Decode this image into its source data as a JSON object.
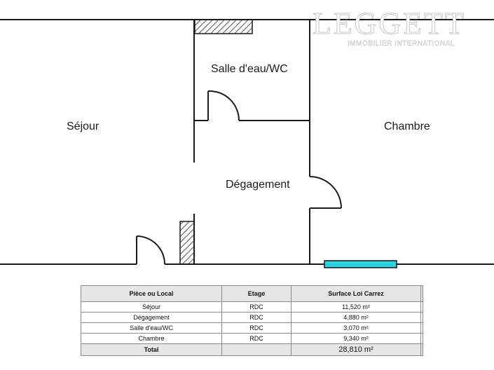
{
  "rooms": {
    "sejour": "Séjour",
    "salle_eau": "Salle d'eau/WC",
    "degagement": "Dégagement",
    "chambre": "Chambre"
  },
  "logo": {
    "brand": "LEGGETT",
    "tagline": "IMMOBILIER INTERNATIONAL"
  },
  "table": {
    "headers": {
      "room": "Pièce ou Local",
      "level": "Etage",
      "surface": "Surface Loi Carrez"
    },
    "rows": [
      {
        "room": "Séjour",
        "level": "RDC",
        "surface": "11,520 m²"
      },
      {
        "room": "Dégagement",
        "level": "RDC",
        "surface": "4,880 m²"
      },
      {
        "room": "Salle d'eau/WC",
        "level": "RDC",
        "surface": "3,070 m²"
      },
      {
        "room": "Chambre",
        "level": "RDC",
        "surface": "9,340 m²"
      }
    ],
    "total": {
      "label": "Total",
      "surface": "28,810 m²"
    }
  },
  "colors": {
    "walls": "#1a1a1a",
    "window": "#29d4e0",
    "hatch": "#555555",
    "header_bg": "#e6e6e6"
  }
}
